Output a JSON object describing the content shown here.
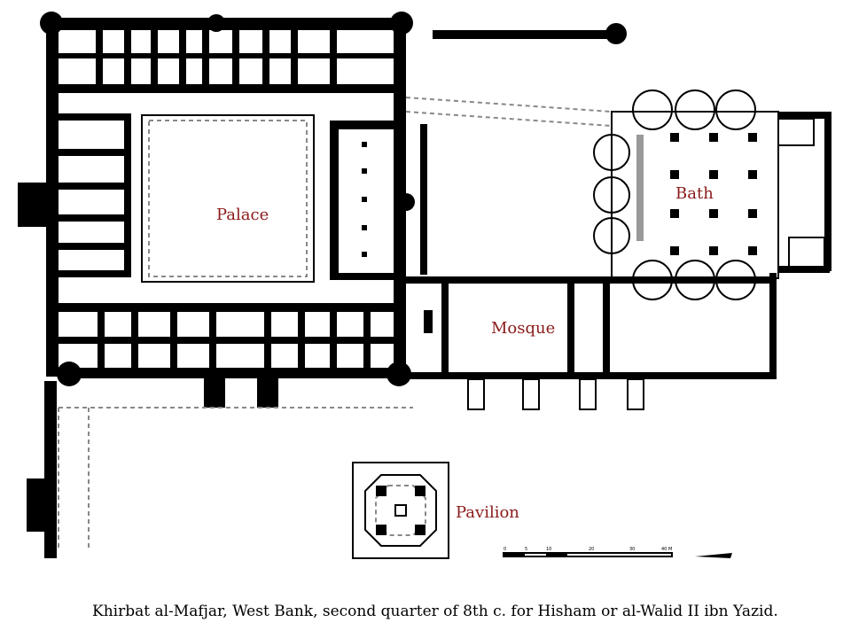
{
  "labels": {
    "palace": "Palace",
    "bath": "Bath",
    "mosque": "Mosque",
    "pavilion": "Pavilion"
  },
  "caption": "Khirbat al-Mafjar, West Bank, second quarter of 8th c. for Hisham or al-Walid II ibn Yazid.",
  "colors": {
    "label": "#8b1a1a",
    "walls": "#000000",
    "dashed": "#888888"
  },
  "scale_bar": {
    "ticks": [
      "0",
      "5",
      "10",
      "20",
      "30",
      "40 M"
    ]
  }
}
